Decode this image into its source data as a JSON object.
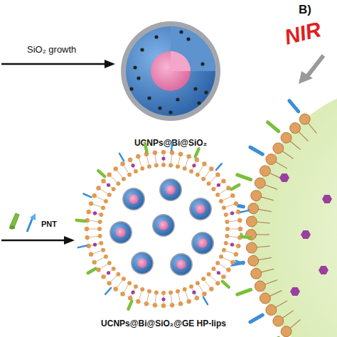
{
  "diagram": {
    "nodes": [
      {
        "text": [
          "UCNPs@Bi@SiO₂"
        ]
      },
      {
        "text": [
          "UCNPs@Bi@SiO₂@GE HP-lips"
        ]
      }
    ],
    "labels": [
      "SiO₂ growth",
      "PNT",
      "B)",
      "NIR"
    ]
  }
}
